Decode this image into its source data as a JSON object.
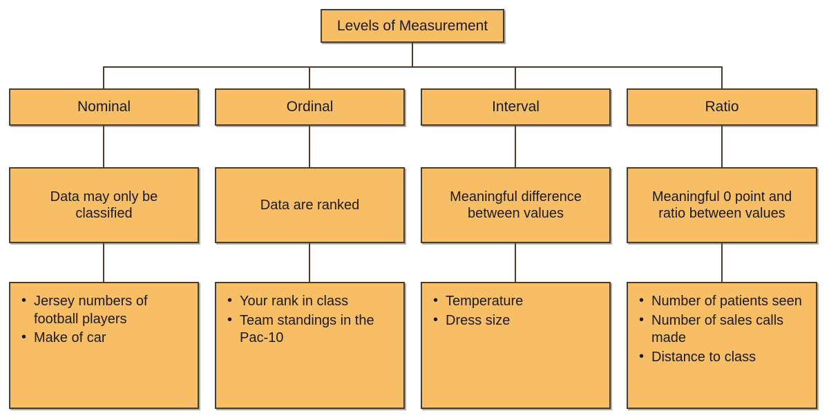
{
  "diagram": {
    "title": "Levels of Measurement",
    "colors": {
      "box_fill": "#F8BE66",
      "box_border": "#4A3B2A",
      "text": "#1A1A1A",
      "background": "#FFFFFF"
    },
    "columns": [
      {
        "level": "Nominal",
        "description_lines": [
          "Data may only be",
          "classified"
        ],
        "examples": [
          "Jersey numbers of football players",
          "Make of car"
        ]
      },
      {
        "level": "Ordinal",
        "description_lines": [
          "Data are ranked"
        ],
        "examples": [
          "Your rank in class",
          "Team standings in the Pac-10"
        ]
      },
      {
        "level": "Interval",
        "description_lines": [
          "Meaningful difference",
          "between values"
        ],
        "examples": [
          "Temperature",
          "Dress size"
        ]
      },
      {
        "level": "Ratio",
        "description_lines": [
          "Meaningful 0 point and",
          "ratio between values"
        ],
        "examples": [
          "Number of patients seen",
          "Number of sales calls made",
          "Distance to class"
        ]
      }
    ]
  }
}
